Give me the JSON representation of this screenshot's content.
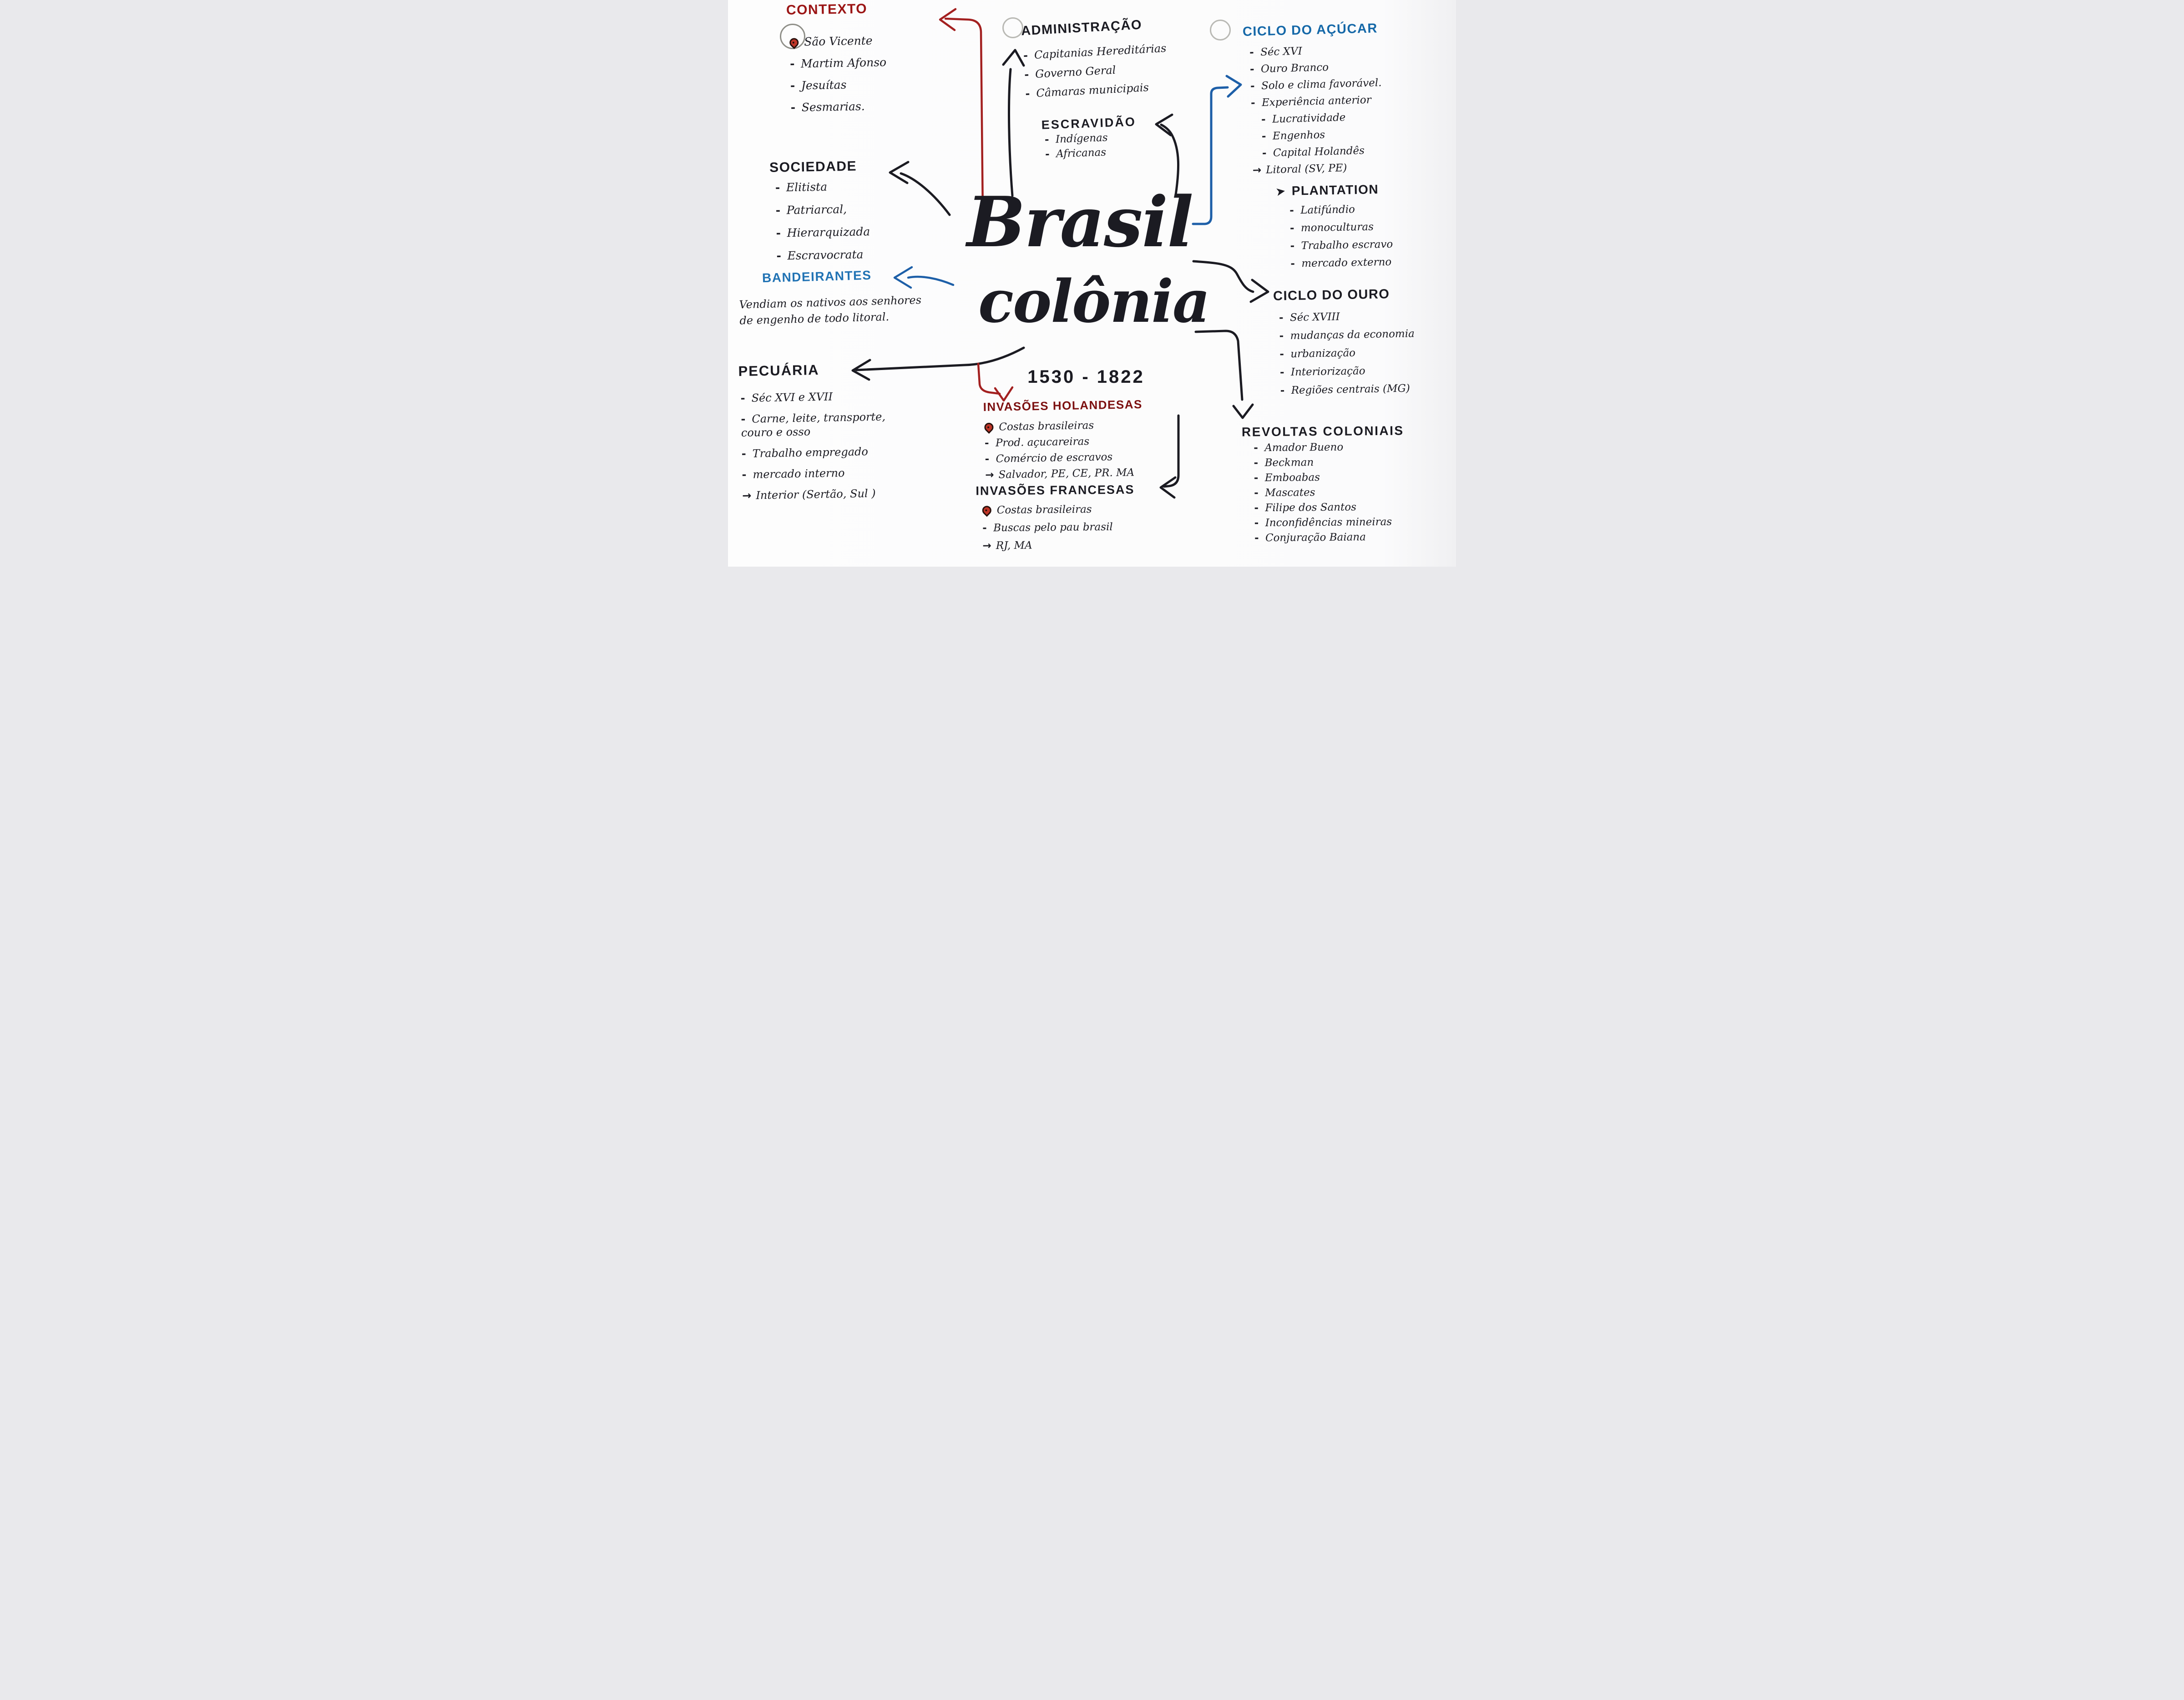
{
  "colors": {
    "paper": "#fbfbfc",
    "ink": "#1b1b22",
    "red_title": "#9b1515",
    "dark_red_title": "#7c1010",
    "blue_title": "#1568a8",
    "blue_title_light": "#2173b4",
    "red_arrow": "#a32020",
    "blue_arrow": "#1d5fa8",
    "pin_fill": "#bf3527"
  },
  "central": {
    "title_line1": "Brasil",
    "title_line2": "colônia",
    "years": "1530 - 1822"
  },
  "sections": {
    "contexto": {
      "title": "CONTEXTO",
      "items": [
        {
          "bullet": "pin",
          "text": "São Vicente"
        },
        {
          "bullet": "-",
          "text": "Martim Afonso"
        },
        {
          "bullet": "-",
          "text": "Jesuítas"
        },
        {
          "bullet": "-",
          "text": "Sesmarias."
        }
      ]
    },
    "administracao": {
      "title": "ADMINISTRAÇÃO",
      "items": [
        {
          "bullet": "-",
          "text": "Capitanias Hereditárias"
        },
        {
          "bullet": "-",
          "text": "Governo Geral"
        },
        {
          "bullet": "-",
          "text": "Câmaras municipais"
        }
      ]
    },
    "escravidao": {
      "title": "ESCRAVIDÃO",
      "items": [
        {
          "bullet": "-",
          "text": "Indígenas"
        },
        {
          "bullet": "-",
          "text": "Africanas"
        }
      ]
    },
    "ciclo_acucar": {
      "title": "CICLO DO AÇÚCAR",
      "items": [
        {
          "bullet": "-",
          "text": "Séc XVI"
        },
        {
          "bullet": "-",
          "text": "Ouro Branco"
        },
        {
          "bullet": "-",
          "text": "Solo e clima favorável."
        },
        {
          "bullet": "-",
          "text": "Experiência anterior"
        },
        {
          "bullet": "-",
          "text": "Lucratividade"
        },
        {
          "bullet": "-",
          "text": "Engenhos"
        },
        {
          "bullet": "-",
          "text": "Capital Holandês"
        },
        {
          "bullet": "→",
          "text": "Litoral (SV, PE)"
        }
      ]
    },
    "plantation": {
      "title": "PLANTATION",
      "items": [
        {
          "bullet": "-",
          "text": "Latifúndio"
        },
        {
          "bullet": "-",
          "text": "monoculturas"
        },
        {
          "bullet": "-",
          "text": "Trabalho escravo"
        },
        {
          "bullet": "-",
          "text": "mercado externo"
        }
      ]
    },
    "ciclo_ouro": {
      "title": "CICLO DO OURO",
      "items": [
        {
          "bullet": "-",
          "text": "Séc XVIII"
        },
        {
          "bullet": "-",
          "text": "mudanças da economia"
        },
        {
          "bullet": "-",
          "text": "urbanização"
        },
        {
          "bullet": "-",
          "text": "Interiorização"
        },
        {
          "bullet": "-",
          "text": "Regiões centrais (MG)"
        }
      ]
    },
    "revoltas": {
      "title": "REVOLTAS COLONIAIS",
      "items": [
        {
          "bullet": "-",
          "text": "Amador Bueno"
        },
        {
          "bullet": "-",
          "text": "Beckman"
        },
        {
          "bullet": "-",
          "text": "Emboabas"
        },
        {
          "bullet": "-",
          "text": "Mascates"
        },
        {
          "bullet": "-",
          "text": "Filipe dos Santos"
        },
        {
          "bullet": "-",
          "text": "Inconfidências mineiras"
        },
        {
          "bullet": "-",
          "text": "Conjuração Baiana"
        }
      ]
    },
    "sociedade": {
      "title": "SOCIEDADE",
      "items": [
        {
          "bullet": "-",
          "text": "Elitista"
        },
        {
          "bullet": "-",
          "text": "Patriarcal,"
        },
        {
          "bullet": "-",
          "text": "Hierarquizada"
        },
        {
          "bullet": "-",
          "text": "Escravocrata"
        }
      ]
    },
    "bandeirantes": {
      "title": "BANDEIRANTES",
      "note": "Vendiam os nativos aos senhores de engenho de todo litoral."
    },
    "pecuaria": {
      "title": "PECUÁRIA",
      "items": [
        {
          "bullet": "-",
          "text": "Séc XVI e XVII"
        },
        {
          "bullet": "-",
          "text": "Carne, leite, transporte, couro e osso"
        },
        {
          "bullet": "-",
          "text": "Trabalho empregado"
        },
        {
          "bullet": "-",
          "text": "mercado interno"
        },
        {
          "bullet": "→",
          "text": "Interior (Sertão, Sul )"
        }
      ]
    },
    "inv_holandesas": {
      "title": "INVASÕES HOLANDESAS",
      "items": [
        {
          "bullet": "pin",
          "text": "Costas brasileiras"
        },
        {
          "bullet": "-",
          "text": "Prod. açucareiras"
        },
        {
          "bullet": "-",
          "text": "Comércio de escravos"
        },
        {
          "bullet": "→",
          "text": "Salvador, PE, CE, PR. MA"
        }
      ]
    },
    "inv_francesas": {
      "title": "INVASÕES FRANCESAS",
      "items": [
        {
          "bullet": "pin",
          "text": "Costas brasileiras"
        },
        {
          "bullet": "-",
          "text": "Buscas pelo pau brasil"
        },
        {
          "bullet": "→",
          "text": "RJ, MA"
        }
      ]
    }
  }
}
